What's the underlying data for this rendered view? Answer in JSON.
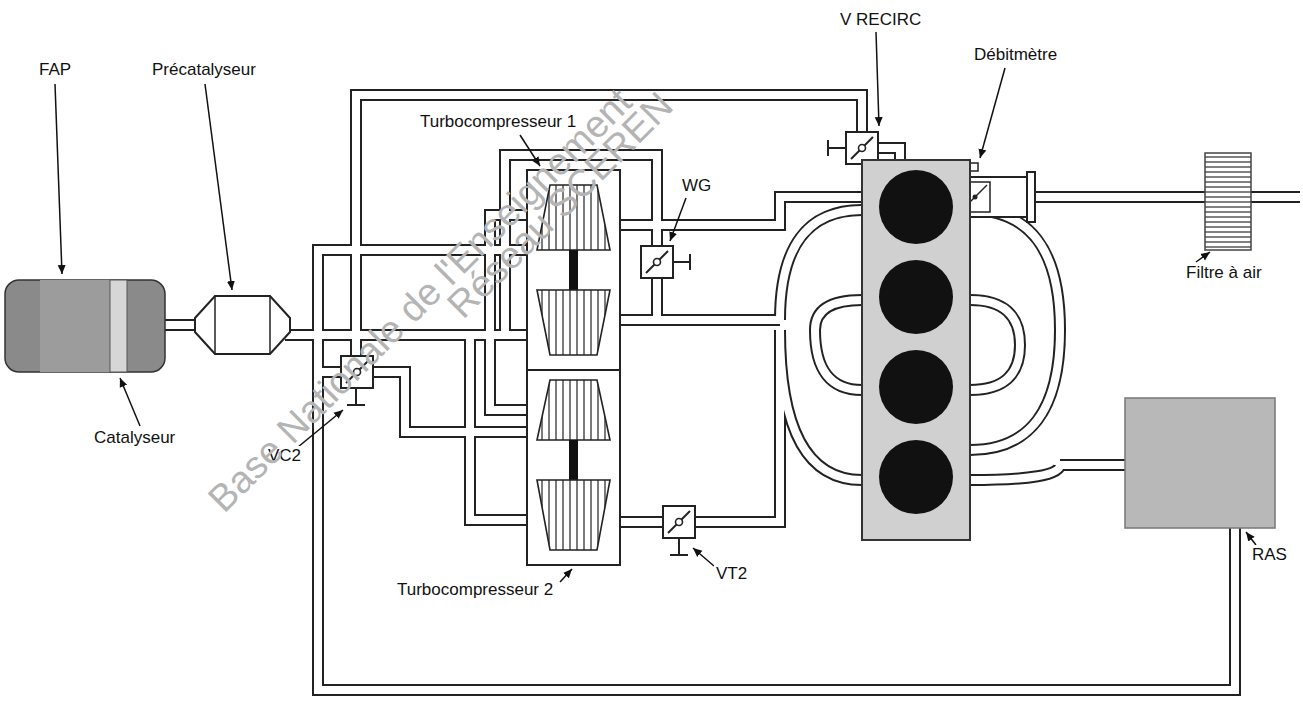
{
  "diagram": {
    "labels": [
      "V RECIRC",
      "Débitmètre",
      "Turbocompresseur 1",
      "WG",
      "Filtre à air",
      "FAP",
      "Précatalyseur",
      "Catalyseur",
      "VC2",
      "Turbocompresseur 2",
      "VT2",
      "RAS",
      "Base Nationale de l'Enseignement",
      "Réseau SCEREN"
    ]
  }
}
